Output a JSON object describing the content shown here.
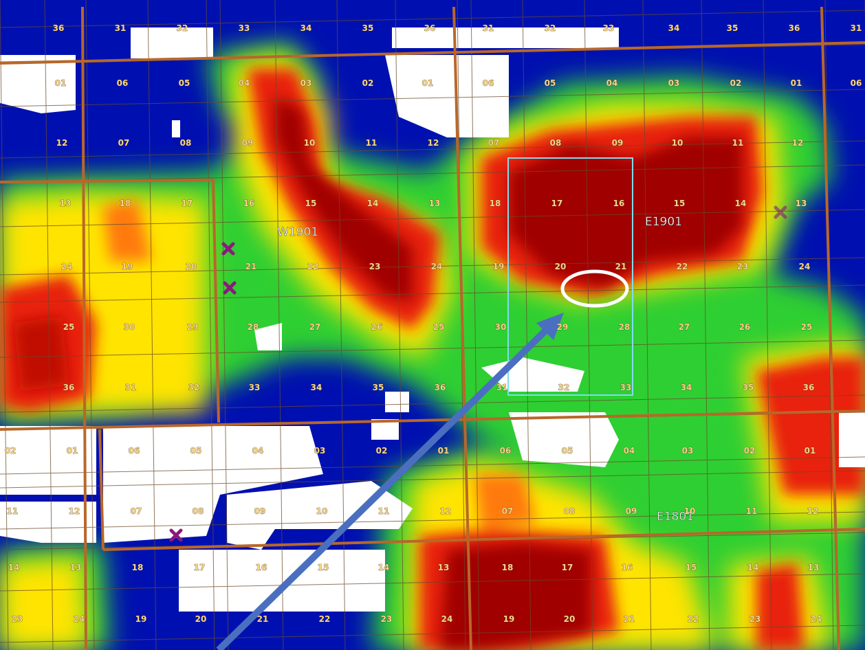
{
  "map": {
    "township_labels": [
      {
        "name": "w1901-label",
        "text": "W1901"
      },
      {
        "name": "e1901-label",
        "text": "E1901"
      },
      {
        "name": "e1801-label",
        "text": "E1801"
      }
    ],
    "section_labels": [
      "36",
      "31",
      "32",
      "33",
      "34",
      "35",
      "36",
      "31",
      "32",
      "33",
      "34",
      "35",
      "36",
      "31",
      "01",
      "06",
      "05",
      "04",
      "03",
      "02",
      "01",
      "06",
      "05",
      "04",
      "03",
      "02",
      "01",
      "06",
      "12",
      "07",
      "08",
      "09",
      "10",
      "11",
      "12",
      "07",
      "08",
      "09",
      "10",
      "11",
      "12",
      "13",
      "18",
      "17",
      "16",
      "15",
      "14",
      "13",
      "18",
      "17",
      "16",
      "15",
      "14",
      "13",
      "24",
      "19",
      "20",
      "21",
      "22",
      "23",
      "24",
      "19",
      "20",
      "21",
      "22",
      "23",
      "24",
      "25",
      "30",
      "29",
      "28",
      "27",
      "26",
      "25",
      "30",
      "29",
      "28",
      "27",
      "26",
      "25",
      "36",
      "31",
      "32",
      "33",
      "34",
      "35",
      "36",
      "31",
      "32",
      "33",
      "34",
      "35",
      "36",
      "02",
      "01",
      "06",
      "05",
      "04",
      "03",
      "02",
      "01",
      "06",
      "05",
      "04",
      "03",
      "02",
      "01",
      "11",
      "12",
      "07",
      "08",
      "09",
      "10",
      "11",
      "12",
      "07",
      "08",
      "09",
      "10",
      "11",
      "12",
      "14",
      "13",
      "18",
      "17",
      "16",
      "15",
      "14",
      "13",
      "18",
      "17",
      "16",
      "15",
      "14",
      "13",
      "23",
      "24",
      "19",
      "20",
      "21",
      "22",
      "23",
      "24",
      "19",
      "20",
      "21",
      "22",
      "23",
      "24"
    ],
    "colors": {
      "high": "#a00000",
      "mid_high": "#e82010",
      "mid": "#ffe000",
      "mid_low": "#30d030",
      "low": "#0010b0",
      "nodata": "#ffffff",
      "township_line": "#b8672a",
      "section_line": "#6a4a2a",
      "box": "#7fdcf0",
      "circle": "#ffffff",
      "arrow": "#4a6fc0",
      "marker": "#8a1a7a"
    }
  }
}
